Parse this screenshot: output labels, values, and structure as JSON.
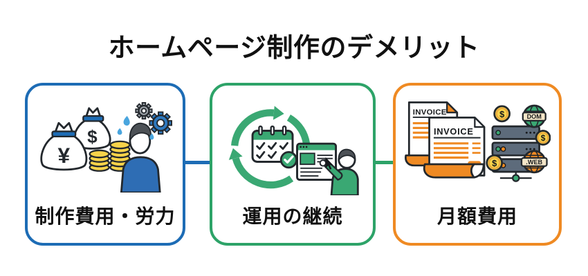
{
  "title": "ホームページ制作のデメリット",
  "cards": [
    {
      "label": "制作費用・労力",
      "theme": "blue",
      "border_color": "#1d6cb5",
      "icon": "money-bags-coins-stressed-worker"
    },
    {
      "label": "運用の継続",
      "theme": "green",
      "border_color": "#2da368",
      "icon": "cycle-calendar-website-editing"
    },
    {
      "label": "月額費用",
      "theme": "orange",
      "border_color": "#ef8a23",
      "icon": "invoices-server-domain-fees"
    }
  ],
  "icons": {
    "yen": "¥",
    "dollar": "$",
    "invoice": "INVOICE",
    "dom": "DOM",
    "web": ".WEB"
  },
  "colors": {
    "background": "#ffffff",
    "title_black": "#111111",
    "outline": "#23282d",
    "blue": "#1d6cb5",
    "green": "#2da368",
    "icon_green": "#3aa873",
    "orange": "#ef8a23",
    "coin_yellow": "#f7d34a",
    "person_blue": "#2e6db4",
    "gear_gray": "#9aa0a6",
    "gear_blue": "#2d78be",
    "server_gray": "#5d6b7b",
    "sweat_blue": "#49a5de",
    "label_tan": "#f5e6c8",
    "hair_gray": "#4c5156"
  }
}
